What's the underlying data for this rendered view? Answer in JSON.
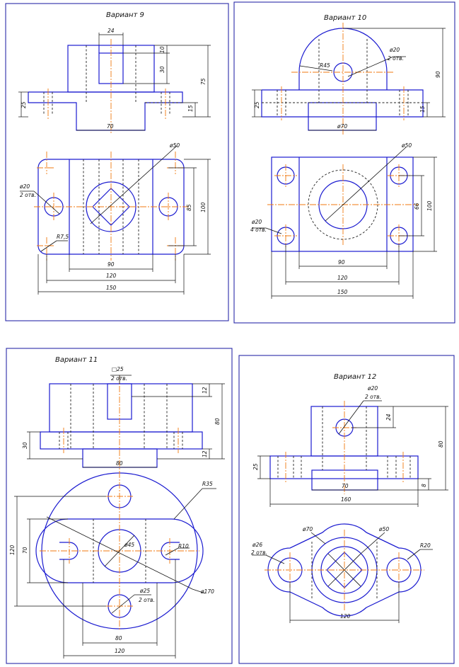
{
  "colors": {
    "frame": "#2a2aa8",
    "object_line": "#1b1bd0",
    "center_line": "#f07a10",
    "dimension": "#111111"
  },
  "v9": {
    "title": "Вариант 9",
    "dims": {
      "d24": "24",
      "d10": "10",
      "d30": "30",
      "d75": "75",
      "d25": "25",
      "d15": "15",
      "d70": "70",
      "phi50": "ø50",
      "phi20": "ø20",
      "otv2": "2 отв.",
      "d85": "85",
      "d100": "100",
      "r75": "R7,5",
      "d90": "90",
      "d120": "120",
      "d150": "150"
    }
  },
  "v10": {
    "title": "Вариант 10",
    "dims": {
      "r45": "R45",
      "phi20": "ø20",
      "otv2": "2 отв.",
      "d90": "90",
      "d25": "25",
      "d15": "15",
      "phi70": "ø70",
      "phi50": "ø50",
      "d66": "66",
      "d100": "100",
      "phi20b": "ø20",
      "otv4": "4 отв.",
      "d90b": "90",
      "d120": "120",
      "d150": "150"
    }
  },
  "v11": {
    "title": "Вариант 11",
    "dims": {
      "sq25": "□25",
      "otv2": "2 отв.",
      "d12": "12",
      "d80": "80",
      "d30": "30",
      "d12b": "12",
      "d80b": "80",
      "r35": "R35",
      "d120": "120",
      "d70": "70",
      "phi45": "ø45",
      "r10": "R10",
      "phi25": "ø25",
      "otv2b": "2 отв.",
      "phi170": "ø170",
      "d80c": "80",
      "d120b": "120"
    }
  },
  "v12": {
    "title": "Вариант 12",
    "dims": {
      "phi20": "ø20",
      "otv2": "2 отв.",
      "d24": "24",
      "d80": "80",
      "d25": "25",
      "d8": "8",
      "d70": "70",
      "d160": "160",
      "phi70": "ø70",
      "phi50": "ø50",
      "phi26": "ø26",
      "otv2b": "2 отв.",
      "r20": "R20",
      "d120": "120"
    }
  }
}
